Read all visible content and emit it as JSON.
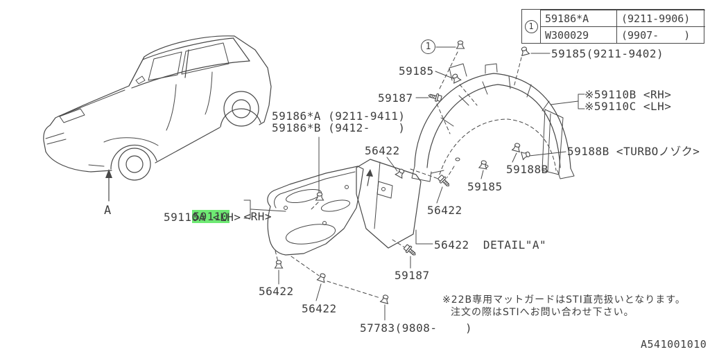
{
  "colors": {
    "background": "#ffffff",
    "line": "#474747",
    "text": "#3d3d3d",
    "highlight_green": "#6ee973"
  },
  "ref_table": {
    "marker": "1",
    "rows": [
      {
        "part": "59186*A",
        "date_range": "(9211-9906)"
      },
      {
        "part": "W300029",
        "date_range": "(9907-    )"
      }
    ]
  },
  "inline_marker": {
    "label": "1"
  },
  "view_marker": {
    "label": "A"
  },
  "selected_part": {
    "number": "59110",
    "side": "  <RH>"
  },
  "callouts": {
    "c59110a": "59110A <LH>",
    "c59185_top": "59185",
    "c59187_top": "59187",
    "c59186a": "59186*A (9211-9411)",
    "c59186b": "59186*B (9412-    )",
    "c56422_upper": "56422",
    "c59185_dated": "59185(9211-9402)",
    "c59110b": "※59110B <RH>",
    "c59110c": "※59110C <LH>",
    "c59188b_turbo": "59188B <TURBOノゾク>",
    "c59188b": "59188B",
    "c59185_lower": "59185",
    "c56422_mid": "56422",
    "c56422_detail": "56422  DETAIL\"A\"",
    "c59187_lower": "59187",
    "c56422_bottom_left": "56422",
    "c56422_bottom_center": "56422",
    "c57783": "57783(9808-    )"
  },
  "notes": {
    "line1": "※22B専用マットガードはSTI直売扱いとなります。",
    "line2": "注文の際はSTIへお問い合わせ下さい。"
  },
  "drawing_number": "A541001010"
}
